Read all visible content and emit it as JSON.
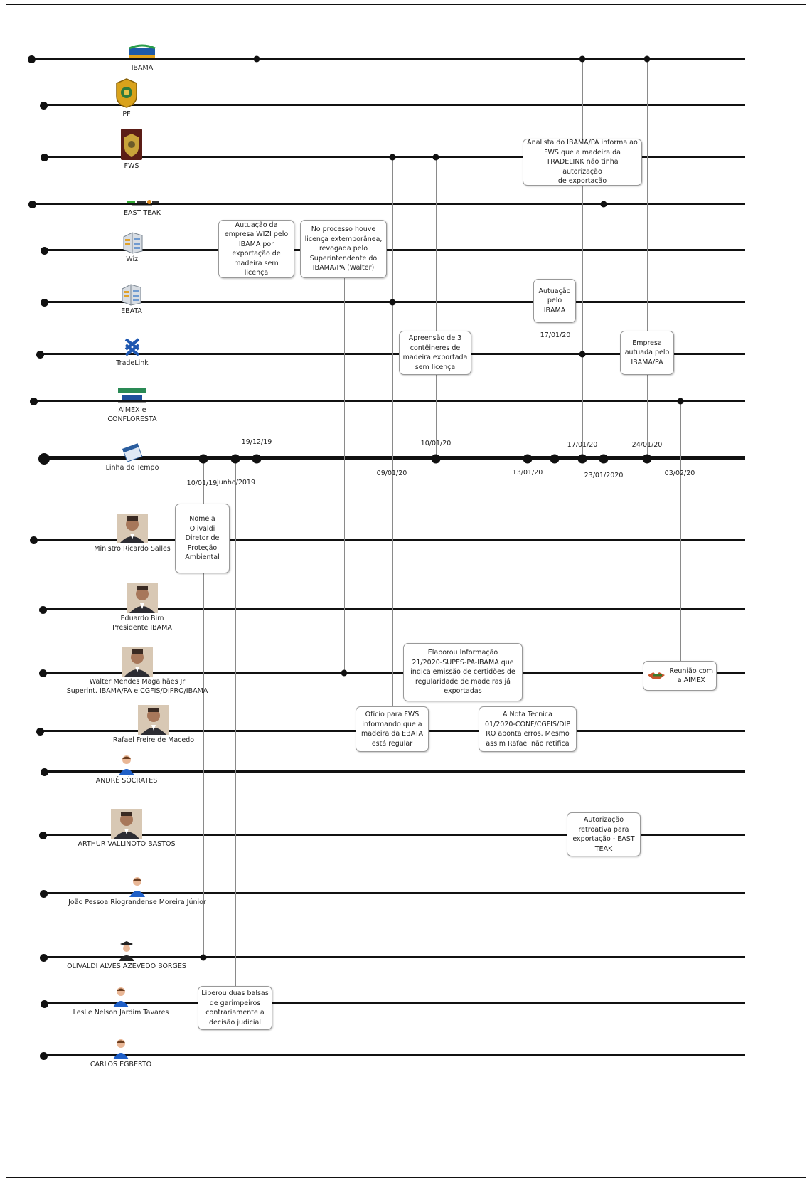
{
  "lanes": [
    {
      "id": "ibama",
      "label": "IBAMA",
      "icon": "ibama-logo-icon"
    },
    {
      "id": "pf",
      "label": "PF",
      "icon": "pf-badge-icon"
    },
    {
      "id": "fws",
      "label": "FWS",
      "icon": "fws-badge-icon"
    },
    {
      "id": "east_teak",
      "label": "EAST TEAK",
      "icon": "east-teak-logo-icon"
    },
    {
      "id": "wizi",
      "label": "Wizi",
      "icon": "building-icon"
    },
    {
      "id": "ebata",
      "label": "EBATA",
      "icon": "building-icon"
    },
    {
      "id": "tradelink",
      "label": "TradeLink",
      "icon": "tradelink-logo-icon"
    },
    {
      "id": "aimex",
      "label": "AIMEX e\nCONFLORESTA",
      "icon": "aimex-logo-icon"
    },
    {
      "id": "timeline",
      "label": "Linha do Tempo",
      "icon": "calendar-icon"
    },
    {
      "id": "salles",
      "label": "Ministro Ricardo Salles",
      "icon": "person-photo-icon"
    },
    {
      "id": "bim",
      "label": "Eduardo Bim\nPresidente IBAMA",
      "icon": "person-photo-icon"
    },
    {
      "id": "walter",
      "label": "Walter Mendes Magalhães Jr\nSuperint. IBAMA/PA e CGFIS/DIPRO/IBAMA",
      "icon": "person-photo-icon"
    },
    {
      "id": "rafael",
      "label": "Rafael Freire de Macedo",
      "icon": "person-photo-icon"
    },
    {
      "id": "andre",
      "label": "ANDRÉ SÓCRATES",
      "icon": "person-icon"
    },
    {
      "id": "arthur",
      "label": "ARTHUR VALLINOTO BASTOS",
      "icon": "person-photo-icon"
    },
    {
      "id": "joao",
      "label": "João Pessoa Riograndense Moreira Júnior",
      "icon": "person-icon"
    },
    {
      "id": "olivaldi",
      "label": "OLIVALDI ALVES AZEVEDO BORGES",
      "icon": "graduate-icon"
    },
    {
      "id": "leslie",
      "label": "Leslie Nelson Jardim Tavares",
      "icon": "person-icon"
    },
    {
      "id": "carlos",
      "label": "CARLOS EGBERTO",
      "icon": "person-icon"
    }
  ],
  "dates": [
    "19/12/19",
    "10/01/20",
    "17/01/20",
    "17/01/20",
    "24/01/20",
    "10/01/19",
    "Junho/2019",
    "09/01/20",
    "13/01/20",
    "23/01/2020",
    "03/02/20"
  ],
  "events": [
    "Autuação da\nempresa WIZI pelo\nIBAMA por\nexportação de\nmadeira sem licença",
    "No processo houve\nlicença extemporânea,\nrevogada pelo\nSuperintendente do\nIBAMA/PA (Walter)",
    "Analista do IBAMA/PA informa ao\nFWS que a madeira da\nTRADELINK não tinha autorização\nde exportação",
    "Autuação\npelo\nIBAMA",
    "Apreensão de 3\ncontêineres de\nmadeira exportada\nsem licença",
    "Empresa\nautuada pelo\nIBAMA/PA",
    "Nomeia\nOlivaldi\nDiretor de\nProteção\nAmbiental",
    "Elaborou Informação\n21/2020-SUPES-PA-IBAMA que\nindica emissão de certidões de\nregularidade de madeiras já\nexportadas",
    "Reunião com\na AIMEX",
    "Ofício para FWS\ninformando que a\nmadeira da EBATA\nestá regular",
    "A Nota Técnica\n01/2020-CONF/CGFIS/DIP\nRO aponta erros. Mesmo\nassim Rafael não retifica",
    "Autorização\nretroativa para\nexportação - EAST\nTEAK",
    "Liberou duas balsas\nde garimpeiros\ncontrariamente a\ndecisão judicial"
  ]
}
